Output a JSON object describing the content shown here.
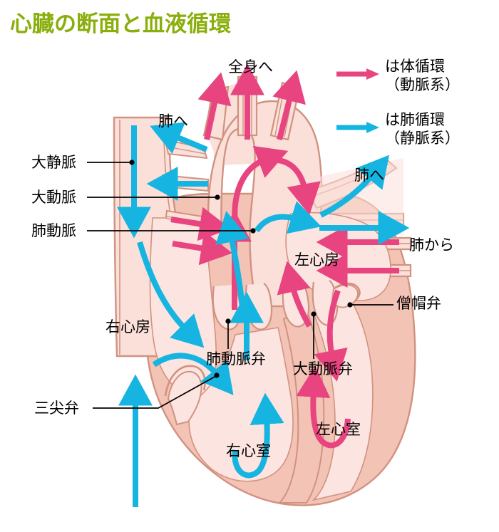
{
  "title": "心臓の断面と血液循環",
  "title_color": "#8aae0c",
  "colors": {
    "systemic_arrow": "#e8447f",
    "pulmonary_arrow": "#16b4e0",
    "chamber_fill": "#fce4e0",
    "muscle_fill": "#f3c3b6",
    "vessel_outline": "#d19280",
    "vessel_fill": "#fbe0da",
    "leader_line": "#000000",
    "background": "#ffffff"
  },
  "legend": {
    "items": [
      {
        "arrow_color": "#e8447f",
        "icon": "right-arrow-icon",
        "line1": "は体循環",
        "line2": "（動脈系）"
      },
      {
        "arrow_color": "#16b4e0",
        "icon": "right-arrow-icon",
        "line1": "は肺循環",
        "line2": "（静脈系）"
      }
    ]
  },
  "labels": {
    "to_whole_body": "全身へ",
    "to_lung_left": "肺へ",
    "to_lung_right": "肺へ",
    "vena_cava": "大静脈",
    "aorta": "大動脈",
    "pulmonary_artery": "肺動脈",
    "from_lung": "肺から",
    "left_atrium": "左心房",
    "mitral_valve": "僧帽弁",
    "right_atrium": "右心房",
    "pulmonary_valve": "肺動脈弁",
    "aortic_valve": "大動脈弁",
    "tricuspid_valve": "三尖弁",
    "left_ventricle": "左心室",
    "right_ventricle": "右心室"
  }
}
